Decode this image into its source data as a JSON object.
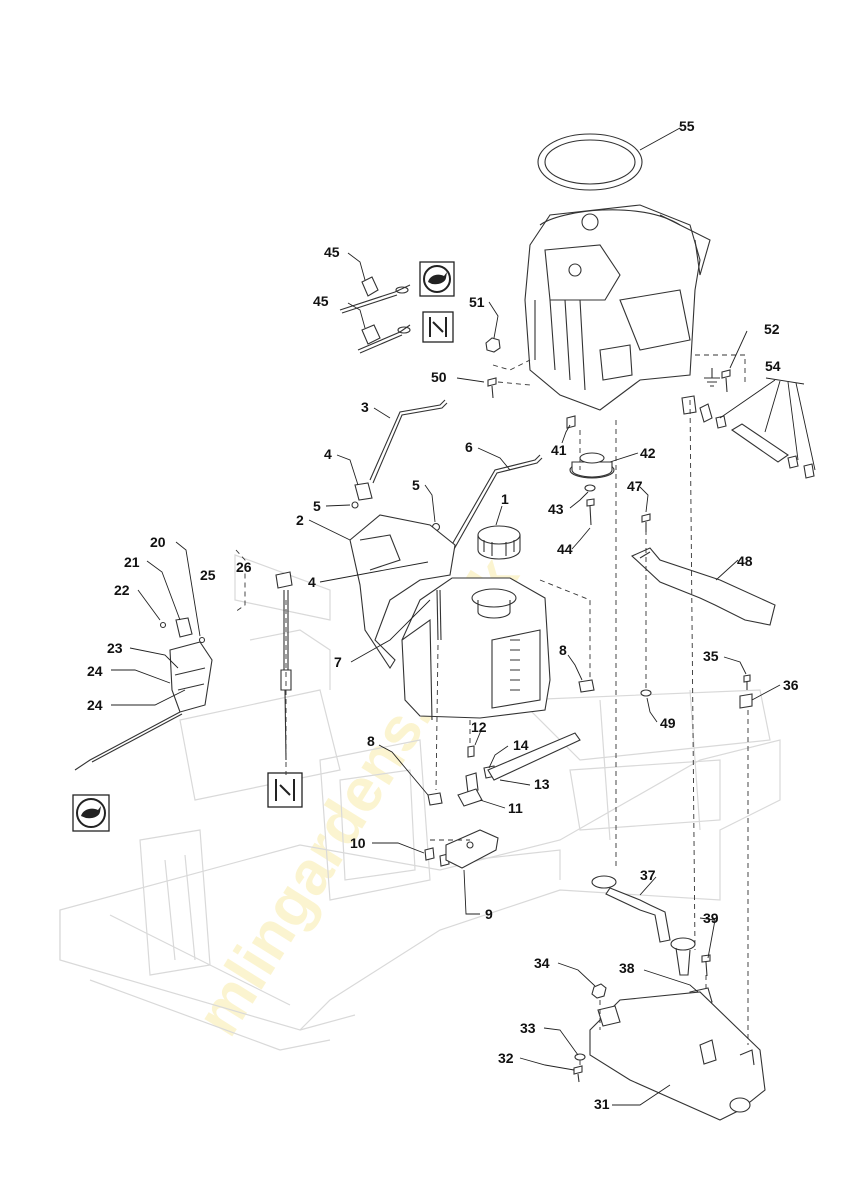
{
  "watermark": "mlingardens.co.uk",
  "callouts": [
    {
      "id": "c55",
      "text": "55"
    },
    {
      "id": "c45a",
      "text": "45"
    },
    {
      "id": "c45b",
      "text": "45"
    },
    {
      "id": "c51",
      "text": "51"
    },
    {
      "id": "c52",
      "text": "52"
    },
    {
      "id": "c50",
      "text": "50"
    },
    {
      "id": "c54",
      "text": "54"
    },
    {
      "id": "c3",
      "text": "3"
    },
    {
      "id": "c41",
      "text": "41"
    },
    {
      "id": "c6",
      "text": "6"
    },
    {
      "id": "c42",
      "text": "42"
    },
    {
      "id": "c4a",
      "text": "4"
    },
    {
      "id": "c5a",
      "text": "5"
    },
    {
      "id": "c1",
      "text": "1"
    },
    {
      "id": "c43",
      "text": "43"
    },
    {
      "id": "c47",
      "text": "47"
    },
    {
      "id": "c5b",
      "text": "5"
    },
    {
      "id": "c2",
      "text": "2"
    },
    {
      "id": "c44",
      "text": "44"
    },
    {
      "id": "c20",
      "text": "20"
    },
    {
      "id": "c21",
      "text": "21"
    },
    {
      "id": "c26",
      "text": "26"
    },
    {
      "id": "c25",
      "text": "25"
    },
    {
      "id": "c4b",
      "text": "4"
    },
    {
      "id": "c48",
      "text": "48"
    },
    {
      "id": "c22",
      "text": "22"
    },
    {
      "id": "c7",
      "text": "7"
    },
    {
      "id": "c8a",
      "text": "8"
    },
    {
      "id": "c23",
      "text": "23"
    },
    {
      "id": "c35",
      "text": "35"
    },
    {
      "id": "c36",
      "text": "36"
    },
    {
      "id": "c24a",
      "text": "24"
    },
    {
      "id": "c24b",
      "text": "24"
    },
    {
      "id": "c49",
      "text": "49"
    },
    {
      "id": "c12",
      "text": "12"
    },
    {
      "id": "c8b",
      "text": "8"
    },
    {
      "id": "c14",
      "text": "14"
    },
    {
      "id": "c13",
      "text": "13"
    },
    {
      "id": "c11",
      "text": "11"
    },
    {
      "id": "c10",
      "text": "10"
    },
    {
      "id": "c37",
      "text": "37"
    },
    {
      "id": "c9",
      "text": "9"
    },
    {
      "id": "c39",
      "text": "39"
    },
    {
      "id": "c34",
      "text": "34"
    },
    {
      "id": "c38",
      "text": "38"
    },
    {
      "id": "c33",
      "text": "33"
    },
    {
      "id": "c32",
      "text": "32"
    },
    {
      "id": "c31",
      "text": "31"
    }
  ],
  "symbols": [
    {
      "id": "s1",
      "icon": "rabbit-fast-speed-icon"
    },
    {
      "id": "s2",
      "icon": "choke-icon"
    },
    {
      "id": "s3",
      "icon": "choke-icon"
    },
    {
      "id": "s4",
      "icon": "rabbit-fast-speed-icon"
    }
  ]
}
